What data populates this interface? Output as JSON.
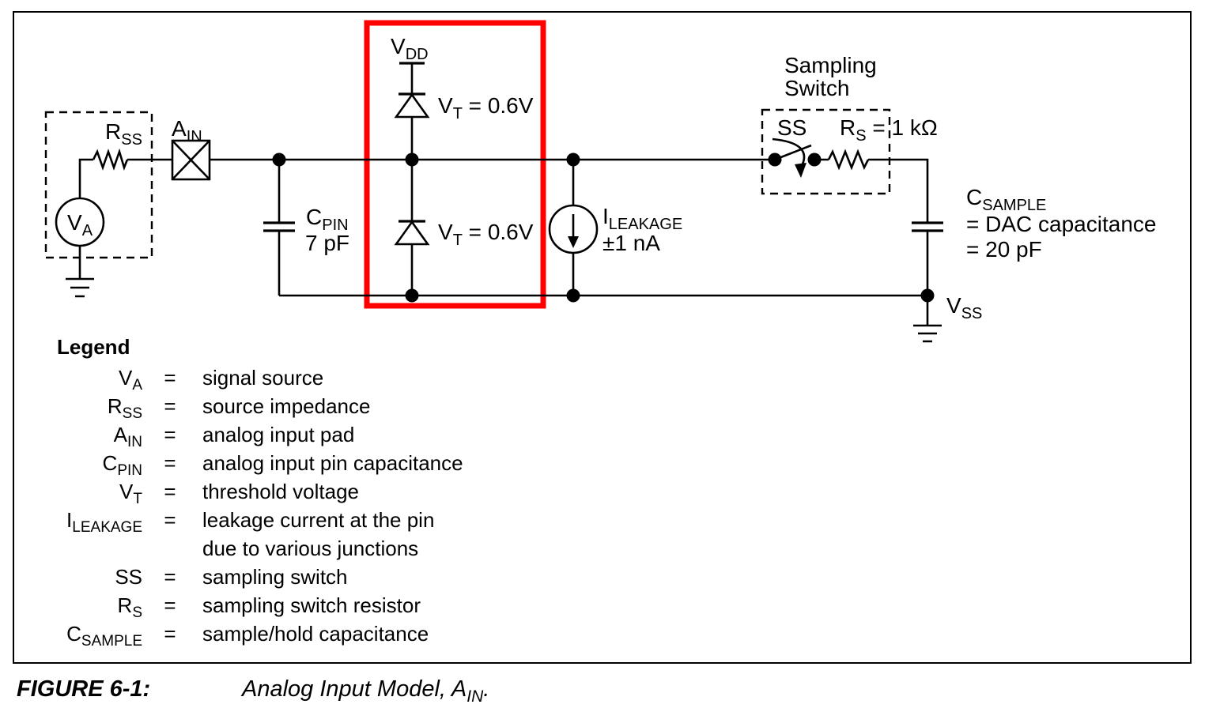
{
  "figure": {
    "caption_label": "FIGURE 6-1:",
    "caption_main": "Analog Input Model, A",
    "caption_sub": "IN",
    "caption_end": "."
  },
  "colors": {
    "highlight_box": "#ff0000",
    "line": "#000000",
    "background": "#ffffff"
  },
  "labels": {
    "vdd": {
      "base": "V",
      "sub": "DD"
    },
    "vt_top": {
      "base": "V",
      "sub": "T",
      "rest": " = 0.6V"
    },
    "vt_bottom": {
      "base": "V",
      "sub": "T",
      "rest": " = 0.6V"
    },
    "va": {
      "base": "V",
      "sub": "A"
    },
    "rss": {
      "base": "R",
      "sub": "SS"
    },
    "ain": {
      "base": "A",
      "sub": "IN"
    },
    "cpin": {
      "base": "C",
      "sub": "PIN"
    },
    "cpin_value": "7 pF",
    "ileakage": {
      "base": "I",
      "sub": "LEAKAGE"
    },
    "ileakage_value": "±1 nA",
    "sampling_switch_line1": "Sampling",
    "sampling_switch_line2": "Switch",
    "ss": "SS",
    "rs": {
      "base": "R",
      "sub": "S",
      "rest": " = 1 kΩ"
    },
    "csample": {
      "base": "C",
      "sub": "SAMPLE"
    },
    "csample_line2": "= DAC capacitance",
    "csample_line3": "= 20 pF",
    "vss": {
      "base": "V",
      "sub": "SS"
    }
  },
  "legend": {
    "title": "Legend",
    "equals": "=",
    "rows": [
      {
        "sym_base": "V",
        "sym_sub": "A",
        "desc": "signal source"
      },
      {
        "sym_base": "R",
        "sym_sub": "SS",
        "desc": "source impedance"
      },
      {
        "sym_base": "A",
        "sym_sub": "IN",
        "desc": "analog input pad"
      },
      {
        "sym_base": "C",
        "sym_sub": "PIN",
        "desc": "analog input pin capacitance"
      },
      {
        "sym_base": "V",
        "sym_sub": "T",
        "desc": "threshold voltage"
      },
      {
        "sym_base": "I",
        "sym_sub": "LEAKAGE",
        "desc": "leakage current at the pin",
        "desc2": "due to various junctions"
      },
      {
        "sym_base": "SS",
        "sym_sub": "",
        "desc": "sampling switch"
      },
      {
        "sym_base": "R",
        "sym_sub": "S",
        "desc": "sampling switch resistor"
      },
      {
        "sym_base": "C",
        "sym_sub": "SAMPLE",
        "desc": "sample/hold capacitance"
      }
    ]
  }
}
